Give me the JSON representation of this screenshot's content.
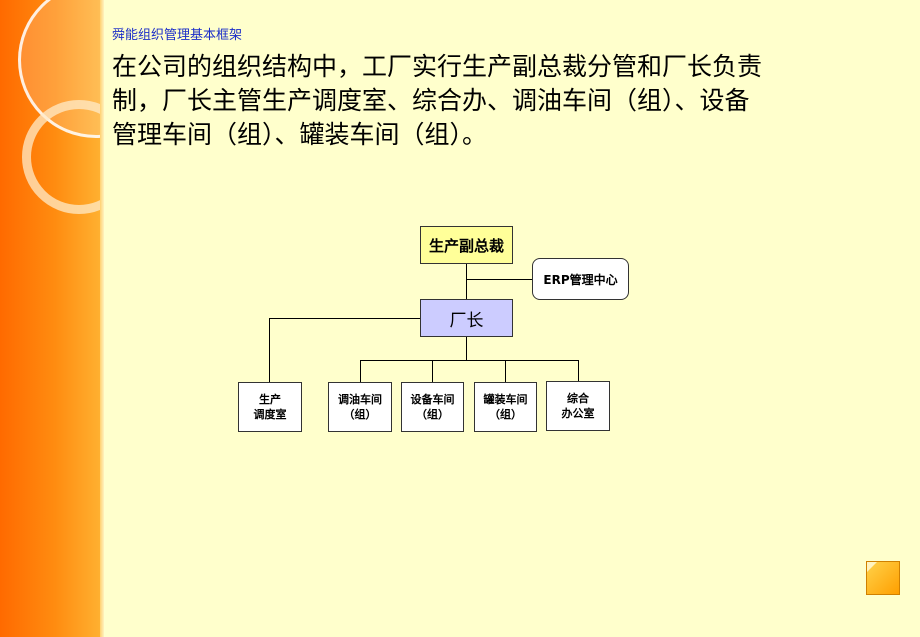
{
  "slide": {
    "section_title": "舜能组织管理基本框架",
    "body_text": "在公司的组织结构中，工厂实行生产副总裁分管和厂长负责制，厂长主管生产调度室、综合办、调油车间（组）、设备管理车间（组）、罐装车间（组）。"
  },
  "org_chart": {
    "vice_president": "生产副总裁",
    "erp_center": "ERP管理中心",
    "director": "厂长",
    "departments": [
      "生产\n调度室",
      "调油车间\n（组）",
      "设备车间\n（组）",
      "罐装车间\n（组）",
      "综合\n办公室"
    ]
  },
  "colors": {
    "sidebar": "#ff7a00",
    "background": "#ffffcc",
    "title_blue": "#1a2cc8",
    "vp_box": "#ffff99",
    "director_box": "#ccccff"
  },
  "nav": {
    "icon": "next-slide-icon"
  }
}
